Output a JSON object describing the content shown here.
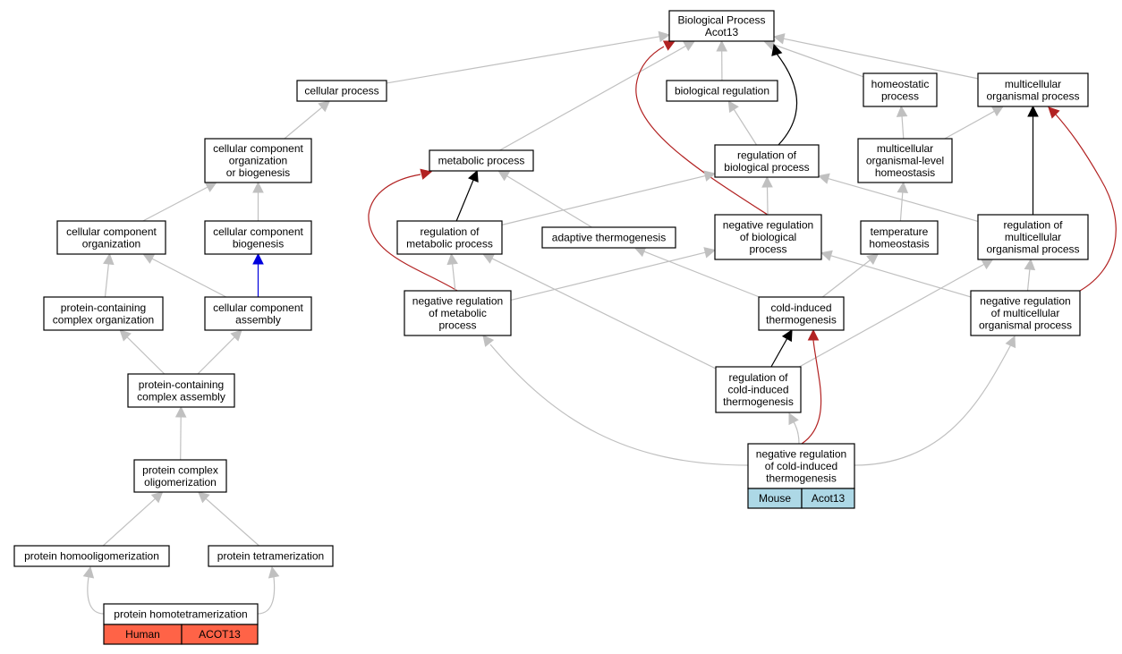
{
  "colors": {
    "is_a": "#c0c0c0",
    "part_of": "#000000",
    "negatively_regulates": "#b22222",
    "has_part": "#0000dd",
    "mouse_annotation": "#add8e6",
    "human_annotation": "#ff6347"
  },
  "nodes": {
    "bp_root": [
      "Biological Process",
      "Acot13"
    ],
    "cellular_process": [
      "cellular process"
    ],
    "biological_regulation": [
      "biological regulation"
    ],
    "homeostatic_process": [
      "homeostatic",
      "process"
    ],
    "multicellular_organismal_process": [
      "multicellular",
      "organismal process"
    ],
    "cc_org_or_biogenesis": [
      "cellular component",
      "organization",
      "or biogenesis"
    ],
    "metabolic_process": [
      "metabolic process"
    ],
    "regulation_of_biological_process": [
      "regulation of",
      "biological process"
    ],
    "multicellular_organismal_level_homeostasis": [
      "multicellular",
      "organismal-level",
      "homeostasis"
    ],
    "cc_organization": [
      "cellular component",
      "organization"
    ],
    "cc_biogenesis": [
      "cellular component",
      "biogenesis"
    ],
    "regulation_of_metabolic_process": [
      "regulation of",
      "metabolic process"
    ],
    "adaptive_thermogenesis": [
      "adaptive thermogenesis"
    ],
    "neg_reg_biological_process": [
      "negative regulation",
      "of biological",
      "process"
    ],
    "temperature_homeostasis": [
      "temperature",
      "homeostasis"
    ],
    "regulation_of_multicellular_organismal_process": [
      "regulation of",
      "multicellular",
      "organismal process"
    ],
    "protein_containing_complex_organization": [
      "protein-containing",
      "complex organization"
    ],
    "cc_assembly": [
      "cellular component",
      "assembly"
    ],
    "neg_reg_metabolic_process": [
      "negative regulation",
      "of metabolic",
      "process"
    ],
    "cold_induced_thermogenesis": [
      "cold-induced",
      "thermogenesis"
    ],
    "neg_reg_multicellular_organismal_process": [
      "negative regulation",
      "of multicellular",
      "organismal process"
    ],
    "protein_containing_complex_assembly": [
      "protein-containing",
      "complex assembly"
    ],
    "regulation_of_cold_induced_thermogenesis": [
      "regulation of",
      "cold-induced",
      "thermogenesis"
    ],
    "neg_reg_cold_induced_thermogenesis": [
      "negative regulation",
      "of cold-induced",
      "thermogenesis"
    ],
    "protein_complex_oligomerization": [
      "protein complex",
      "oligomerization"
    ],
    "protein_homooligomerization": [
      "protein homooligomerization"
    ],
    "protein_tetramerization": [
      "protein tetramerization"
    ],
    "protein_homotetramerization": [
      "protein homotetramerization"
    ]
  },
  "annotations": {
    "neg_reg_cold_induced_thermogenesis": {
      "species": "Mouse",
      "gene": "Acot13",
      "color": "#add8e6"
    },
    "protein_homotetramerization": {
      "species": "Human",
      "gene": "ACOT13",
      "color": "#ff6347"
    }
  },
  "edges": [
    {
      "from": "cellular_process",
      "to": "bp_root",
      "relation": "is_a"
    },
    {
      "from": "biological_regulation",
      "to": "bp_root",
      "relation": "is_a"
    },
    {
      "from": "homeostatic_process",
      "to": "bp_root",
      "relation": "is_a"
    },
    {
      "from": "multicellular_organismal_process",
      "to": "bp_root",
      "relation": "is_a"
    },
    {
      "from": "metabolic_process",
      "to": "bp_root",
      "relation": "is_a"
    },
    {
      "from": "regulation_of_biological_process",
      "to": "bp_root",
      "relation": "part_of"
    },
    {
      "from": "neg_reg_biological_process",
      "to": "bp_root",
      "relation": "negatively_regulates"
    },
    {
      "from": "cc_org_or_biogenesis",
      "to": "cellular_process",
      "relation": "is_a"
    },
    {
      "from": "regulation_of_biological_process",
      "to": "biological_regulation",
      "relation": "is_a"
    },
    {
      "from": "multicellular_organismal_level_homeostasis",
      "to": "homeostatic_process",
      "relation": "is_a"
    },
    {
      "from": "multicellular_organismal_level_homeostasis",
      "to": "multicellular_organismal_process",
      "relation": "is_a"
    },
    {
      "from": "regulation_of_multicellular_organismal_process",
      "to": "multicellular_organismal_process",
      "relation": "part_of"
    },
    {
      "from": "neg_reg_multicellular_organismal_process",
      "to": "multicellular_organismal_process",
      "relation": "negatively_regulates"
    },
    {
      "from": "cc_organization",
      "to": "cc_org_or_biogenesis",
      "relation": "is_a"
    },
    {
      "from": "cc_biogenesis",
      "to": "cc_org_or_biogenesis",
      "relation": "is_a"
    },
    {
      "from": "regulation_of_metabolic_process",
      "to": "metabolic_process",
      "relation": "part_of"
    },
    {
      "from": "adaptive_thermogenesis",
      "to": "metabolic_process",
      "relation": "is_a"
    },
    {
      "from": "neg_reg_metabolic_process",
      "to": "metabolic_process",
      "relation": "negatively_regulates"
    },
    {
      "from": "regulation_of_metabolic_process",
      "to": "regulation_of_biological_process",
      "relation": "is_a"
    },
    {
      "from": "neg_reg_biological_process",
      "to": "regulation_of_biological_process",
      "relation": "is_a"
    },
    {
      "from": "regulation_of_multicellular_organismal_process",
      "to": "regulation_of_biological_process",
      "relation": "is_a"
    },
    {
      "from": "temperature_homeostasis",
      "to": "multicellular_organismal_level_homeostasis",
      "relation": "is_a"
    },
    {
      "from": "cc_assembly",
      "to": "cc_organization",
      "relation": "is_a"
    },
    {
      "from": "protein_containing_complex_organization",
      "to": "cc_organization",
      "relation": "is_a"
    },
    {
      "from": "cc_assembly",
      "to": "cc_biogenesis",
      "relation": "has_part"
    },
    {
      "from": "neg_reg_metabolic_process",
      "to": "regulation_of_metabolic_process",
      "relation": "is_a"
    },
    {
      "from": "regulation_of_cold_induced_thermogenesis",
      "to": "regulation_of_metabolic_process",
      "relation": "is_a"
    },
    {
      "from": "cold_induced_thermogenesis",
      "to": "adaptive_thermogenesis",
      "relation": "is_a"
    },
    {
      "from": "neg_reg_metabolic_process",
      "to": "neg_reg_biological_process",
      "relation": "is_a"
    },
    {
      "from": "neg_reg_multicellular_organismal_process",
      "to": "neg_reg_biological_process",
      "relation": "is_a"
    },
    {
      "from": "cold_induced_thermogenesis",
      "to": "temperature_homeostasis",
      "relation": "is_a"
    },
    {
      "from": "neg_reg_multicellular_organismal_process",
      "to": "regulation_of_multicellular_organismal_process",
      "relation": "is_a"
    },
    {
      "from": "regulation_of_cold_induced_thermogenesis",
      "to": "regulation_of_multicellular_organismal_process",
      "relation": "is_a"
    },
    {
      "from": "protein_containing_complex_assembly",
      "to": "protein_containing_complex_organization",
      "relation": "is_a"
    },
    {
      "from": "protein_containing_complex_assembly",
      "to": "cc_assembly",
      "relation": "is_a"
    },
    {
      "from": "regulation_of_cold_induced_thermogenesis",
      "to": "cold_induced_thermogenesis",
      "relation": "part_of"
    },
    {
      "from": "neg_reg_cold_induced_thermogenesis",
      "to": "cold_induced_thermogenesis",
      "relation": "negatively_regulates"
    },
    {
      "from": "neg_reg_cold_induced_thermogenesis",
      "to": "regulation_of_cold_induced_thermogenesis",
      "relation": "is_a"
    },
    {
      "from": "neg_reg_cold_induced_thermogenesis",
      "to": "neg_reg_metabolic_process",
      "relation": "is_a"
    },
    {
      "from": "neg_reg_cold_induced_thermogenesis",
      "to": "neg_reg_multicellular_organismal_process",
      "relation": "is_a"
    },
    {
      "from": "protein_complex_oligomerization",
      "to": "protein_containing_complex_assembly",
      "relation": "is_a"
    },
    {
      "from": "protein_homooligomerization",
      "to": "protein_complex_oligomerization",
      "relation": "is_a"
    },
    {
      "from": "protein_tetramerization",
      "to": "protein_complex_oligomerization",
      "relation": "is_a"
    },
    {
      "from": "protein_homotetramerization",
      "to": "protein_homooligomerization",
      "relation": "is_a"
    },
    {
      "from": "protein_homotetramerization",
      "to": "protein_tetramerization",
      "relation": "is_a"
    }
  ]
}
